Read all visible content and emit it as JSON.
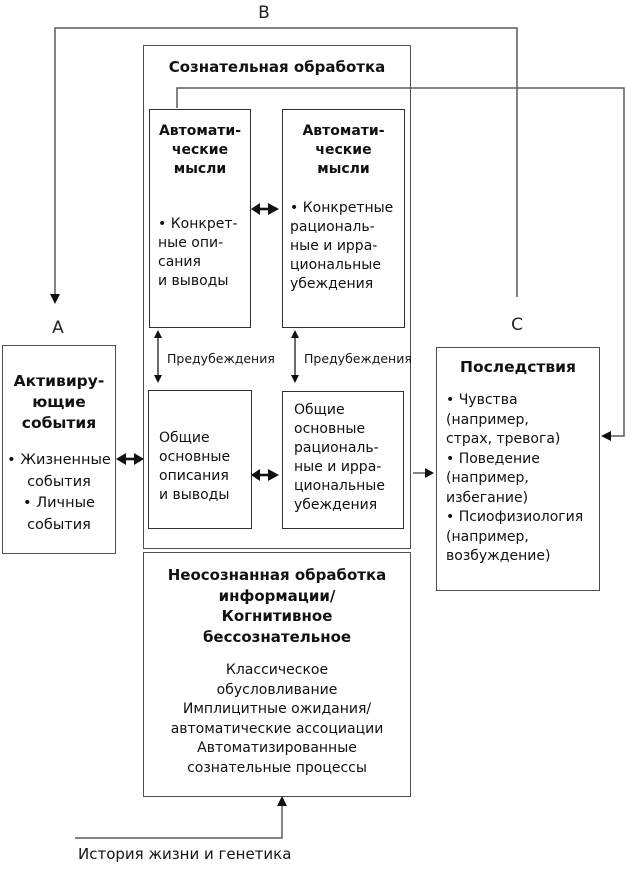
{
  "labels": {
    "a": "А",
    "b": "В",
    "c": "С"
  },
  "activating_box": {
    "title": "Активиру-\nющие\nсобытия",
    "items": "• Жизненные\nсобытия\n• Личные\nсобытия"
  },
  "conscious_box": {
    "title": "Сознательная обработка",
    "automatic_left": {
      "title": "Автомати-\nческие\nмысли",
      "items": "• Конкрет-\nные опи-\nсания\nи выводы"
    },
    "automatic_right": {
      "title": "Автомати-\nческие\nмысли",
      "items": "• Конкретные\nрациональ-\nные и ирра-\nциональные\nубеждения"
    },
    "prejudice_label_left": "Предубеждения",
    "prejudice_label_right": "Предубеждения",
    "general_left": "Общие\nосновные\nописания\nи выводы",
    "general_right": "Общие\nосновные\nрациональ-\nные и ирра-\nциональные\nубеждения"
  },
  "consequences_box": {
    "title": "Последствия",
    "items": "• Чувства\n(например,\nстрах, тревога)\n• Поведение\n(например,\nизбегание)\n• Псиофизиология\n(например,\nвозбуждение)"
  },
  "unconscious_box": {
    "title": "Неосознанная обработка\nинформации/\nКогнитивное\nбессознательное",
    "items": "Классическое\nобусловливание\nИмплицитные ожидания/\nавтоматические ассоциации\nАвтоматизированные\nсознательные процессы"
  },
  "footer": {
    "history_label": "История жизни и генетика"
  }
}
